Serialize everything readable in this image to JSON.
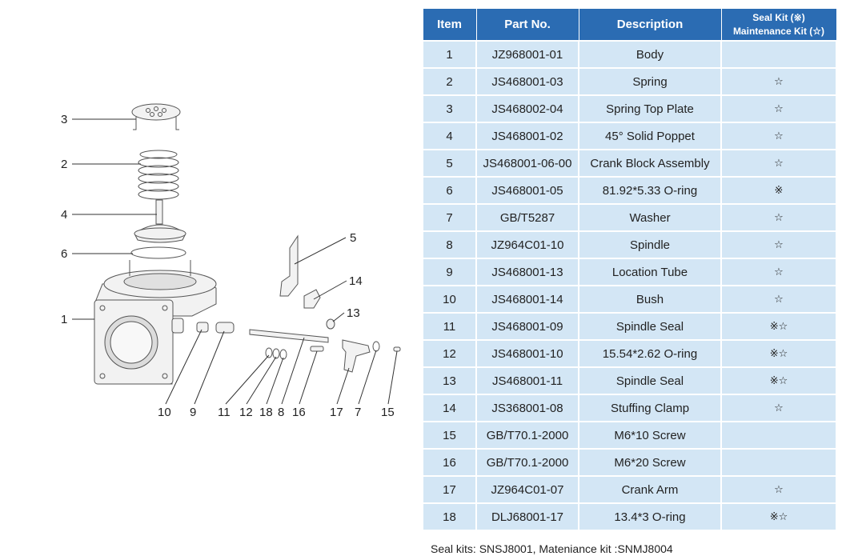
{
  "table": {
    "headers": {
      "item": "Item",
      "part_no": "Part No.",
      "description": "Description",
      "kit_line1": "Seal Kit (※)",
      "kit_line2": "Maintenance Kit (☆)"
    },
    "rows": [
      {
        "item": "1",
        "part_no": "JZ968001-01",
        "description": "Body",
        "kit": ""
      },
      {
        "item": "2",
        "part_no": "JS468001-03",
        "description": "Spring",
        "kit": "☆"
      },
      {
        "item": "3",
        "part_no": "JS468002-04",
        "description": "Spring Top Plate",
        "kit": "☆"
      },
      {
        "item": "4",
        "part_no": "JS468001-02",
        "description": "45° Solid Poppet",
        "kit": "☆"
      },
      {
        "item": "5",
        "part_no": "JS468001-06-00",
        "description": "Crank Block Assembly",
        "kit": "☆"
      },
      {
        "item": "6",
        "part_no": "JS468001-05",
        "description": "81.92*5.33 O-ring",
        "kit": "※"
      },
      {
        "item": "7",
        "part_no": "GB/T5287",
        "description": "Washer",
        "kit": "☆"
      },
      {
        "item": "8",
        "part_no": "JZ964C01-10",
        "description": "Spindle",
        "kit": "☆"
      },
      {
        "item": "9",
        "part_no": "JS468001-13",
        "description": "Location Tube",
        "kit": "☆"
      },
      {
        "item": "10",
        "part_no": "JS468001-14",
        "description": "Bush",
        "kit": "☆"
      },
      {
        "item": "11",
        "part_no": "JS468001-09",
        "description": "Spindle Seal",
        "kit": "※☆"
      },
      {
        "item": "12",
        "part_no": "JS468001-10",
        "description": "15.54*2.62 O-ring",
        "kit": "※☆"
      },
      {
        "item": "13",
        "part_no": "JS468001-11",
        "description": "Spindle Seal",
        "kit": "※☆"
      },
      {
        "item": "14",
        "part_no": "JS368001-08",
        "description": "Stuffing Clamp",
        "kit": "☆"
      },
      {
        "item": "15",
        "part_no": "GB/T70.1-2000",
        "description": "M6*10 Screw",
        "kit": ""
      },
      {
        "item": "16",
        "part_no": "GB/T70.1-2000",
        "description": "M6*20 Screw",
        "kit": ""
      },
      {
        "item": "17",
        "part_no": "JZ964C01-07",
        "description": "Crank Arm",
        "kit": "☆"
      },
      {
        "item": "18",
        "part_no": "DLJ68001-17",
        "description": "13.4*3 O-ring",
        "kit": "※☆"
      }
    ]
  },
  "footnote": "Seal kits: SNSJ8001, Mateniance kit :SNMJ8004",
  "drawing": {
    "callouts": [
      "3",
      "2",
      "4",
      "6",
      "1",
      "5",
      "14",
      "13",
      "10",
      "9",
      "11",
      "12",
      "18",
      "8",
      "16",
      "17",
      "7",
      "15"
    ]
  },
  "colors": {
    "header_bg": "#2b6cb3",
    "cell_bg": "#d3e6f5"
  }
}
